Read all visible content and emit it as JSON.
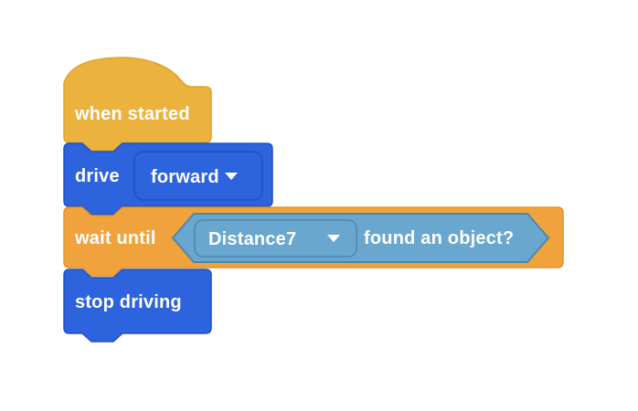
{
  "colors": {
    "background": "#FFFFFF",
    "label_text": "#FFFFFF",
    "hat_fill": "#ECB23E",
    "hat_stroke": "#DCA42F",
    "blue_fill": "#2D63DD",
    "blue_stroke": "#2251C4",
    "blue_dropdown_stroke": "#1F4EC8",
    "orange_fill": "#F0A33D",
    "orange_stroke": "#DE9530",
    "bool_fill": "#6AA7CE",
    "bool_stroke": "#4E86A9"
  },
  "blocks": {
    "when_started": {
      "label": "when started"
    },
    "drive": {
      "label": "drive",
      "direction_dropdown": {
        "value": "forward"
      }
    },
    "wait_until": {
      "label": "wait until",
      "condition": {
        "sensor_dropdown": {
          "value": "Distance7"
        },
        "label": "found an object?"
      }
    },
    "stop_driving": {
      "label": "stop driving"
    }
  },
  "icons": {
    "dropdown_arrow": "triangle-down"
  }
}
